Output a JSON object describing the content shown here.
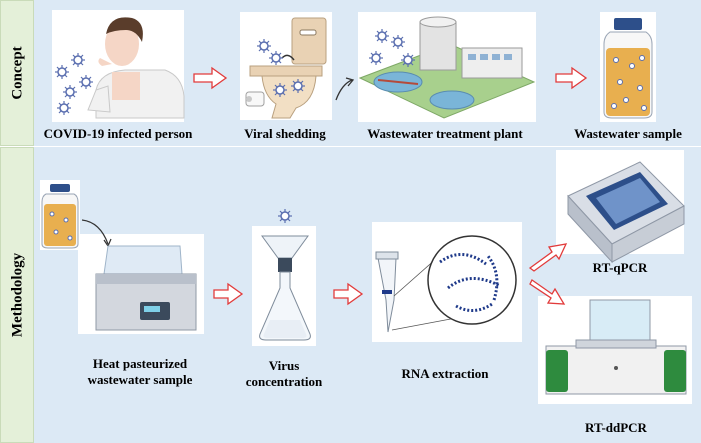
{
  "sections": {
    "concept": "Concept",
    "methodology": "Methodology"
  },
  "concept": {
    "infected_person": "COVID-19 infected person",
    "viral_shedding": "Viral shedding",
    "treatment_plant": "Wastewater treatment plant",
    "wastewater_sample": "Wastewater sample"
  },
  "methodology": {
    "heat_line1": "Heat pasteurized",
    "heat_line2": "wastewater sample",
    "virus_line1": "Virus",
    "virus_line2": "concentration",
    "rna": "RNA extraction",
    "qpcr": "RT-qPCR",
    "ddpcr": "RT-ddPCR"
  },
  "colors": {
    "band": "#dce9f5",
    "side": "#e4f0d9",
    "arrow": "#e23b3b",
    "virus": "#5b6fb0",
    "liquid": "#e6a63c",
    "rna": "#1f3a8a"
  }
}
